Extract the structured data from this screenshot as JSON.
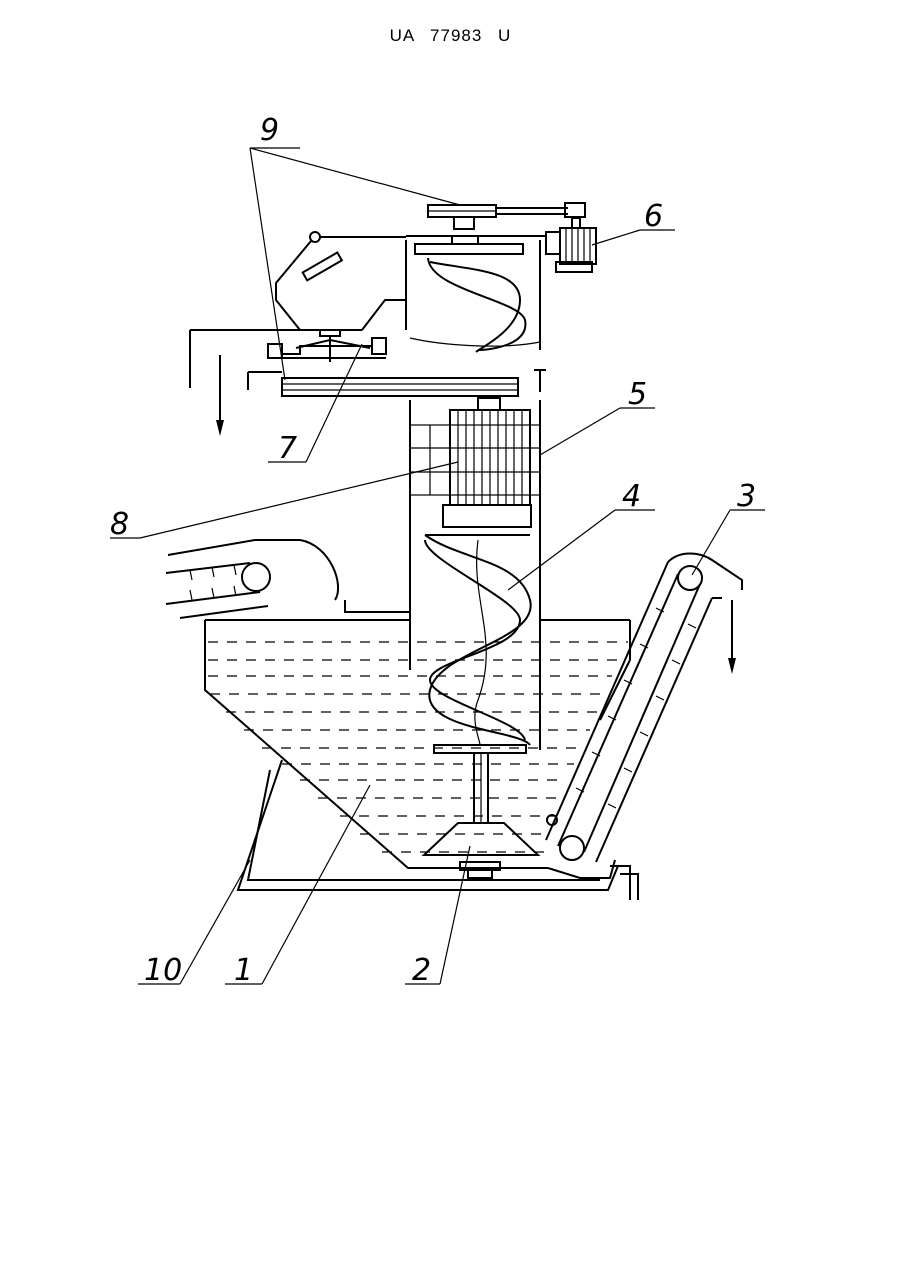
{
  "header": {
    "doc_number": "UA   77983   U"
  },
  "labels": {
    "l1": "1",
    "l2": "2",
    "l3": "3",
    "l4": "4",
    "l5": "5",
    "l6": "6",
    "l7": "7",
    "l8": "8",
    "l9": "9",
    "l10": "10"
  }
}
